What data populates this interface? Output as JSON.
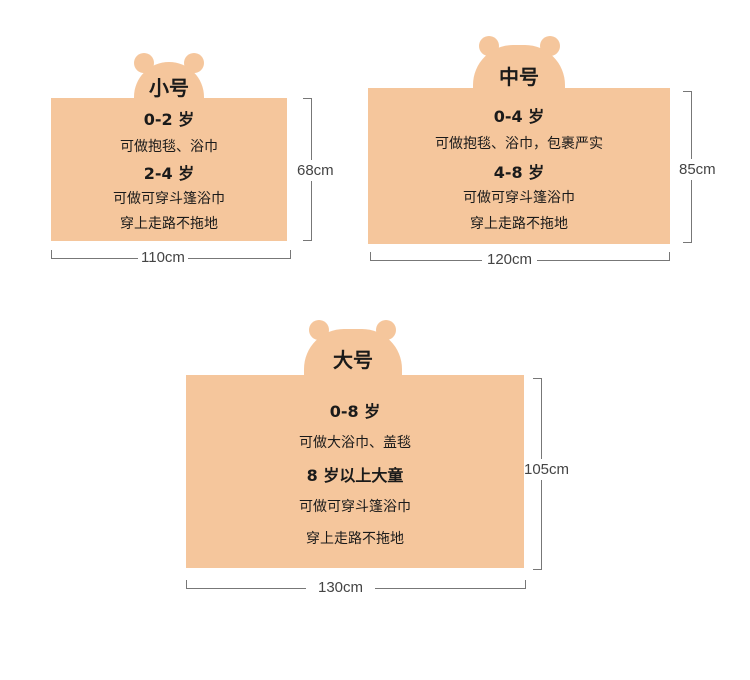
{
  "towels": {
    "small": {
      "name": "小号",
      "age1": "0-2 岁",
      "line1": "可做抱毯、浴巾",
      "age2": "2-4 岁",
      "line2": "可做可穿斗篷浴巾",
      "line3": "穿上走路不拖地",
      "height": "68cm",
      "width": "110cm"
    },
    "medium": {
      "name": "中号",
      "age1": "0-4 岁",
      "line1": "可做抱毯、浴巾，包裹严实",
      "age2": "4-8 岁",
      "line2": "可做可穿斗篷浴巾",
      "line3": "穿上走路不拖地",
      "height": "85cm",
      "width": "120cm"
    },
    "large": {
      "name": "大号",
      "age1": "0-8 岁",
      "line1": "可做大浴巾、盖毯",
      "age2": "8 岁以上大童",
      "line2": "可做可穿斗篷浴巾",
      "line3": "穿上走路不拖地",
      "height": "105cm",
      "width": "130cm"
    }
  },
  "colors": {
    "towel": "#f5c69c",
    "dimension_line": "#777777"
  }
}
